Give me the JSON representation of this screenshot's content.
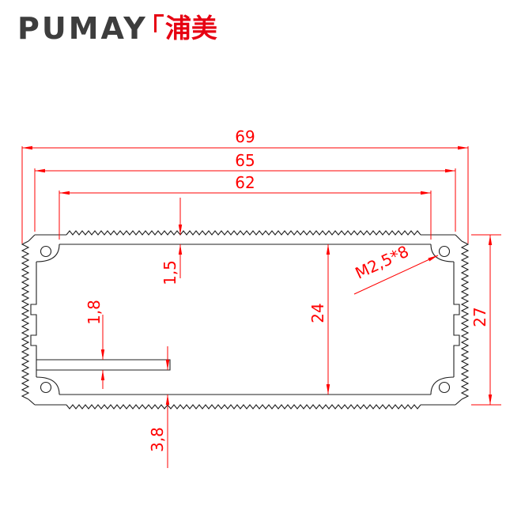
{
  "page": {
    "background": "#ffffff"
  },
  "logo": {
    "latin": "PUMAY",
    "cjk": "浦美",
    "latin_color": "#3d3d3d",
    "cjk_color": "#e60012"
  },
  "dimensions": {
    "overall_width": "69",
    "body_width": "65",
    "inner_width": "62",
    "top_wall_thickness": "1,5",
    "rail_thickness": "1,8",
    "inner_height": "24",
    "overall_height": "27",
    "bottom_slot_height": "3,8",
    "screw_callout": "M2,5*8"
  },
  "colors": {
    "dimension_red": "#ff0000",
    "profile_line": "#1f1f1f"
  }
}
